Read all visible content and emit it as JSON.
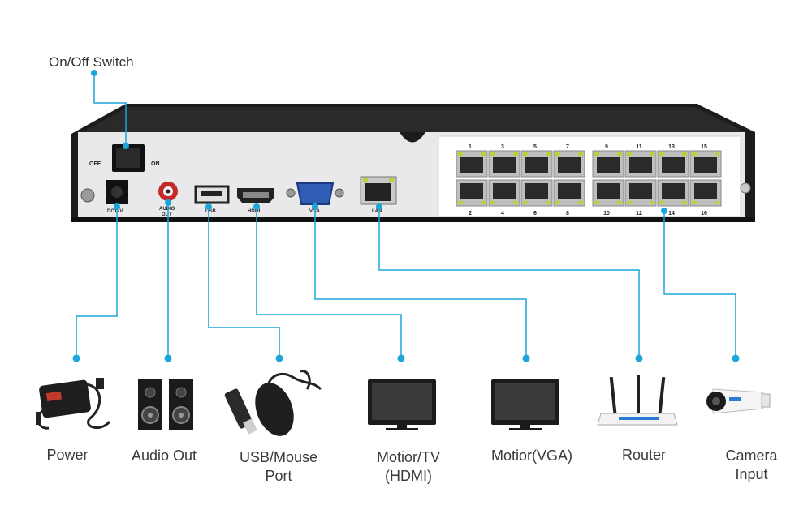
{
  "colors": {
    "accent": "#1ba6d9",
    "chassis": "#1c1c1c",
    "panel": "#e9e9ec",
    "vga_blue": "#2f5db5"
  },
  "top_label": "On/Off Switch",
  "panel": {
    "switch_off": "OFF",
    "switch_on": "ON",
    "dc_label": "DC12V",
    "audio_label_1": "AUDIO",
    "audio_label_2": "OUT",
    "usb_label": "USB",
    "hdmi_label": "HDMI",
    "vga_label": "VGA",
    "lan_label": "LAN",
    "poe_top_numbers": [
      "1",
      "3",
      "5",
      "7",
      "9",
      "11",
      "13",
      "15"
    ],
    "poe_bottom_numbers": [
      "2",
      "4",
      "6",
      "8",
      "10",
      "12",
      "14",
      "16"
    ]
  },
  "devices": [
    {
      "name": "power",
      "icon": "power-adapter-icon",
      "lines": [
        "Power"
      ]
    },
    {
      "name": "audio-out",
      "icon": "speakers-icon",
      "lines": [
        "Audio Out"
      ]
    },
    {
      "name": "usb-mouse",
      "icon": "usb-mouse-icon",
      "lines": [
        "USB/Mouse",
        "Port"
      ]
    },
    {
      "name": "monitor-hdmi",
      "icon": "monitor-icon",
      "lines": [
        "Motior/TV",
        "(HDMI)"
      ]
    },
    {
      "name": "monitor-vga",
      "icon": "monitor-icon",
      "lines": [
        "Motior(VGA)"
      ]
    },
    {
      "name": "router",
      "icon": "router-icon",
      "lines": [
        "Router"
      ]
    },
    {
      "name": "camera",
      "icon": "camera-icon",
      "lines": [
        "Camera",
        "Input"
      ]
    }
  ]
}
